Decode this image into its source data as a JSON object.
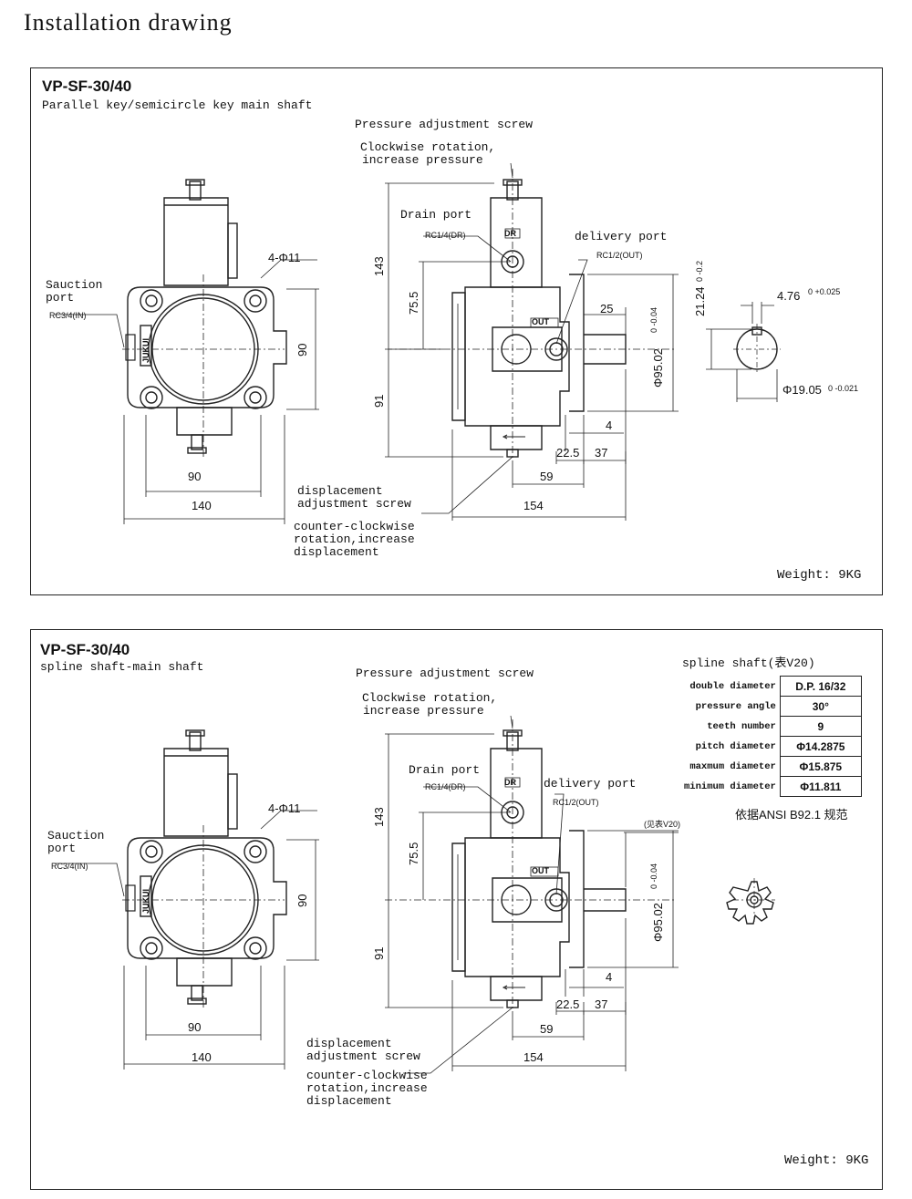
{
  "heading": "Installation drawing",
  "panel1": {
    "model": "VP-SF-30/40",
    "subtitle": "Parallel key/semicircle key main shaft",
    "pressure_screw": "Pressure adjustment screw",
    "clockwise": [
      "Clockwise rotation,",
      "increase pressure"
    ],
    "drain_port": "Drain port",
    "drain_code": "RC1/4(DR)",
    "delivery_port": "delivery port",
    "delivery_code": "RC1/2(OUT)",
    "suction_port": [
      "Sauction",
      "port"
    ],
    "suction_code": "RC3/4(IN)",
    "holes": "4-Φ11",
    "displacement_screw": [
      "displacement",
      "adjustment screw"
    ],
    "ccw": [
      "counter-clockwise",
      "rotation,increase",
      "displacement"
    ],
    "weight": "Weight: 9KG",
    "dims": {
      "d143": "143",
      "d75": "75.5",
      "d91": "91",
      "d90v": "90",
      "d90h": "90",
      "d140": "140",
      "d25": "25",
      "d4": "4",
      "d22": "22.5",
      "d37": "37",
      "d59": "59",
      "d154": "154",
      "dia95": "Φ95.02",
      "dia95tol": "0 -0.04",
      "d21": "21.24",
      "d21tol": "0 -0.2",
      "d4_76": "4.76",
      "d4_76tol": "0 +0.025",
      "d19": "Φ19.05",
      "d19tol": "0 -0.021"
    },
    "labels": {
      "dr": "DR",
      "out": "OUT",
      "brand": "JUKUI"
    }
  },
  "panel2": {
    "model": "VP-SF-30/40",
    "subtitle": "spline shaft-main shaft",
    "pressure_screw": "Pressure adjustment screw",
    "clockwise": [
      "Clockwise rotation,",
      "increase pressure"
    ],
    "drain_port": "Drain port",
    "drain_code": "RC1/4(DR)",
    "delivery_port": "delivery port",
    "delivery_code": "RC1/2(OUT)",
    "suction_port": [
      "Sauction",
      "port"
    ],
    "suction_code": "RC3/4(IN)",
    "holes": "4-Φ11",
    "displacement_screw": [
      "displacement",
      "adjustment screw"
    ],
    "ccw": [
      "counter-clockwise",
      "rotation,increase",
      "displacement"
    ],
    "see_table": "(见表V20)",
    "weight": "Weight: 9KG",
    "dims": {
      "d143": "143",
      "d75": "75.5",
      "d91": "91",
      "d90v": "90",
      "d90h": "90",
      "d140": "140",
      "d4": "4",
      "d22": "22.5",
      "d37": "37",
      "d59": "59",
      "d154": "154",
      "dia95": "Φ95.02",
      "dia95tol": "0 -0.04"
    },
    "spline": {
      "title": "spline shaft(表V20)",
      "rows": [
        {
          "k": "double diameter",
          "v": "D.P. 16/32"
        },
        {
          "k": "pressure angle",
          "v": "30°"
        },
        {
          "k": "teeth number",
          "v": "9"
        },
        {
          "k": "pitch diameter",
          "v": "Φ14.2875"
        },
        {
          "k": "maxmum diameter",
          "v": "Φ15.875"
        },
        {
          "k": "minimum diameter",
          "v": "Φ11.811"
        }
      ],
      "standard": "依据ANSI B92.1 规范"
    },
    "labels": {
      "dr": "DR",
      "out": "OUT",
      "brand": "JUKUI"
    }
  }
}
